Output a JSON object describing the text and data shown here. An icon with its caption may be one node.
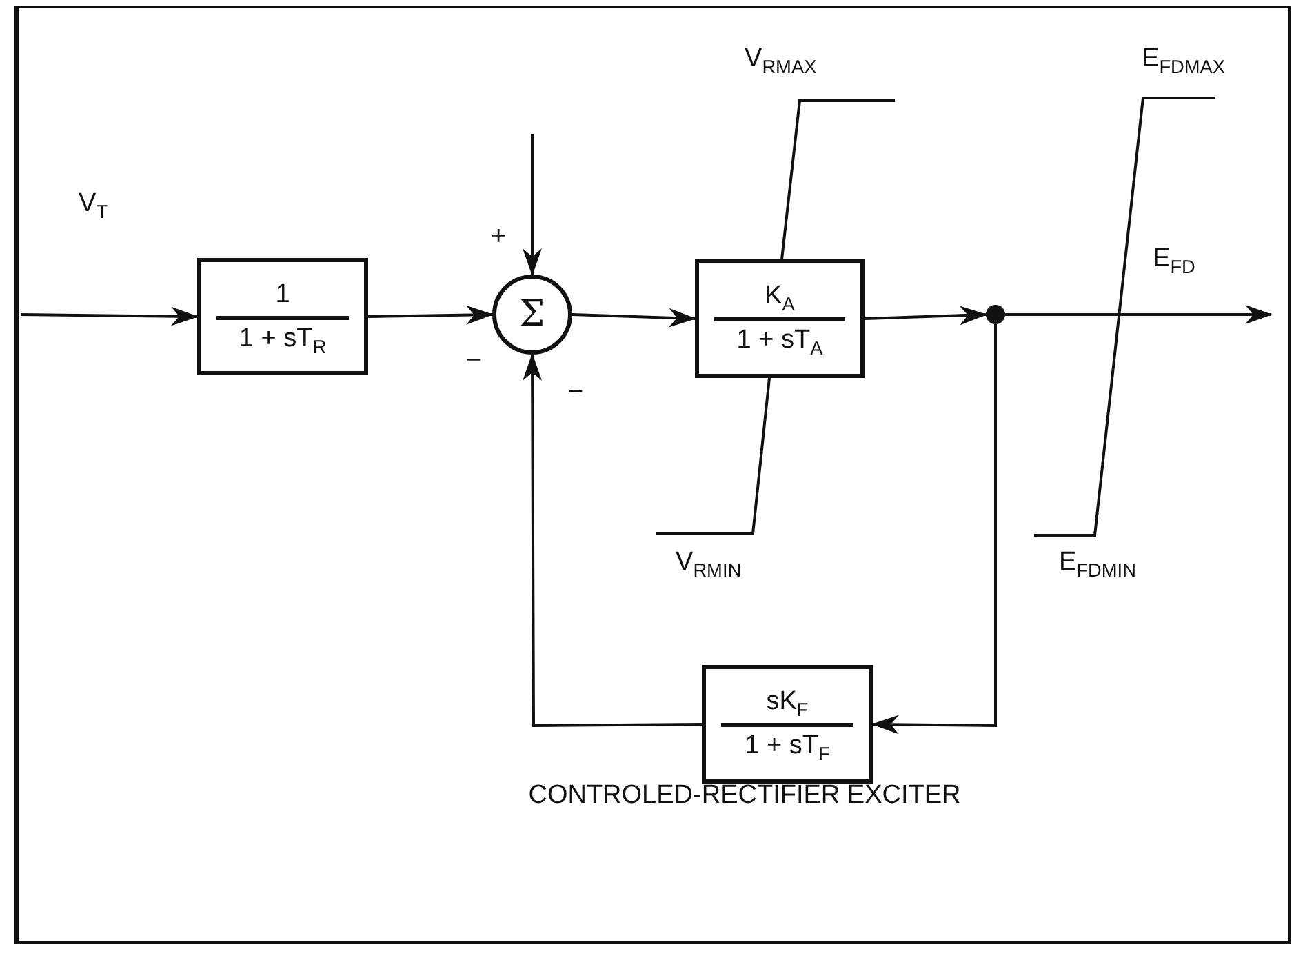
{
  "diagram": {
    "caption": "CONTROLED-RECTIFIER EXCITER",
    "nodes": [
      {
        "text": [
          "1",
          "1 + sT$_{R}$"
        ]
      },
      {
        "text": [
          "Σ"
        ]
      },
      {
        "text": [
          "K$_{A}$",
          "1 + sT$_{A}$"
        ]
      },
      {
        "text": [],
        "shape": "circle"
      },
      {
        "text": [
          "sK$_{F}$",
          "1 + sT$_{F}$"
        ]
      }
    ],
    "edges": [
      {
        "from": null,
        "to": 0,
        "arrow": "to",
        "label": "V$_{T}$"
      },
      {
        "from": 0,
        "to": 1,
        "arrow": "to"
      },
      {
        "from": null,
        "to": 1,
        "arrow": "to"
      },
      {
        "from": 1,
        "to": 2,
        "arrow": "to"
      },
      {
        "from": 2,
        "to": 3,
        "arrow": "to"
      },
      {
        "from": 3,
        "to": null,
        "arrow": "to",
        "label": "E$_{FD}$"
      },
      {
        "from": 3,
        "to": 4,
        "arrow": "to"
      },
      {
        "from": 4,
        "to": 1,
        "arrow": "to"
      }
    ],
    "labels": [
      "V$_{RMAX}$",
      "E$_{FDMAX}$",
      "+",
      "−",
      "−",
      "V$_{RMIN}$",
      "E$_{FDMIN}$"
    ]
  }
}
